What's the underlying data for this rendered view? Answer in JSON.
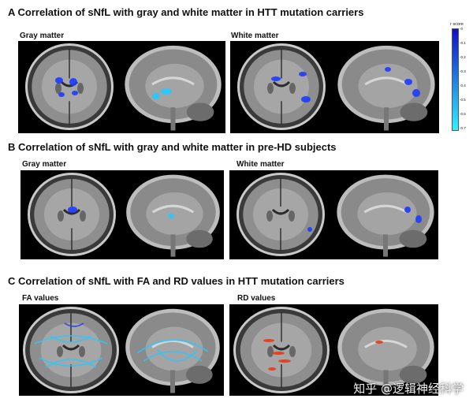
{
  "figure": {
    "panel_a": {
      "title": "A Correlation of sNfL with gray and white matter in HTT mutation carriers",
      "left_label": "Gray matter",
      "right_label": "White matter"
    },
    "panel_b": {
      "title": "B Correlation of sNfL with gray and white matter in pre-HD subjects",
      "left_label": "Gray matter",
      "right_label": "White matter"
    },
    "panel_c": {
      "title": "C Correlation of sNfL with FA and RD values in HTT mutation carriers",
      "left_label": "FA values",
      "right_label": "RD values"
    }
  },
  "colorbar": {
    "title": "r score",
    "ticks": [
      "-0",
      "-0.1",
      "-0.2",
      "-0.3",
      "-0.4",
      "-0.5",
      "-0.6",
      "-0.7"
    ],
    "color_top": "#1010c8",
    "color_bottom": "#30f0ff"
  },
  "colors": {
    "blue_cluster": "#1f3cff",
    "cyan_cluster": "#28c8ff",
    "red_cluster": "#e83a1a"
  },
  "watermark": "知乎 @逻辑神经科学"
}
